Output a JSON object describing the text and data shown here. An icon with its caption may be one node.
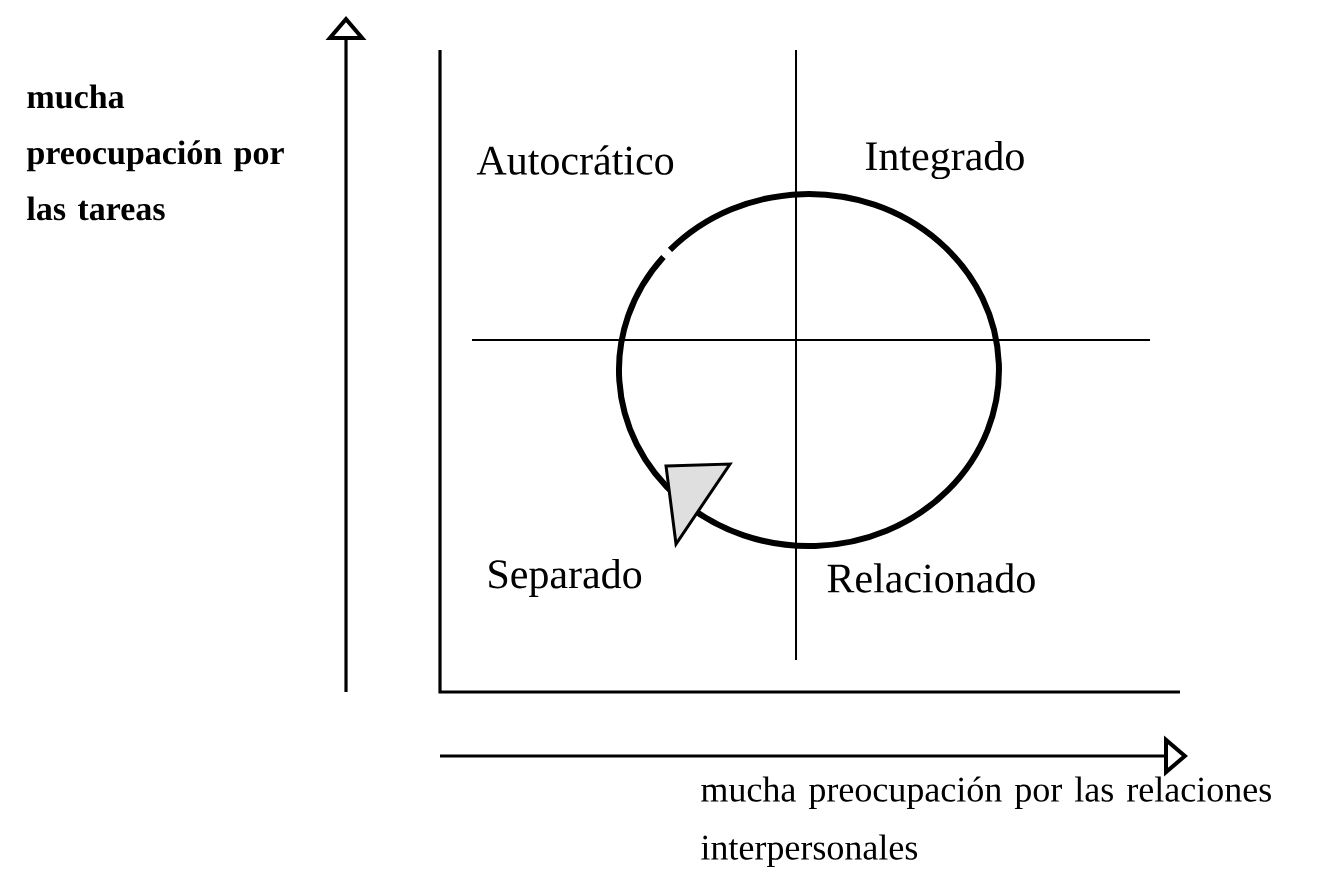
{
  "diagram": {
    "labels": [
      "mucha preocupación por las tareas",
      "Autocrático",
      "Integrado",
      "Separado",
      "Relacionado",
      "mucha preocupación por las relaciones interpersonales"
    ]
  }
}
